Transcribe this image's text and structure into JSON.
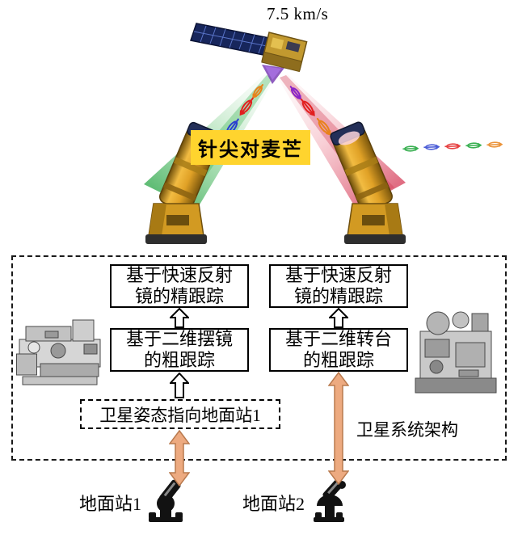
{
  "top": {
    "speed_label": "7.5 km/s",
    "tagline": "针尖对麦芒"
  },
  "architecture": {
    "fine_left": "基于快速反射镜的精跟踪",
    "coarse_left": "基于二维摆镜的粗跟踪",
    "fine_right": "基于快速反射镜的精跟踪",
    "coarse_right": "基于二维转台的粗跟踪",
    "attitude": "卫星姿态指向地面站1",
    "system_label": "卫星系统架构"
  },
  "ground": {
    "station1": "地面站1",
    "station2": "地面站2"
  },
  "colors": {
    "tagline_bg": "#ffd42e",
    "link_arrow_fill": "#edaa80",
    "link_arrow_stroke": "#b97a4e",
    "beam_left_green": "#1ea13c",
    "beam_right_red": "#cf2040",
    "satellite_gold": "#c2992f",
    "solar_panel_navy": "#17265c"
  }
}
